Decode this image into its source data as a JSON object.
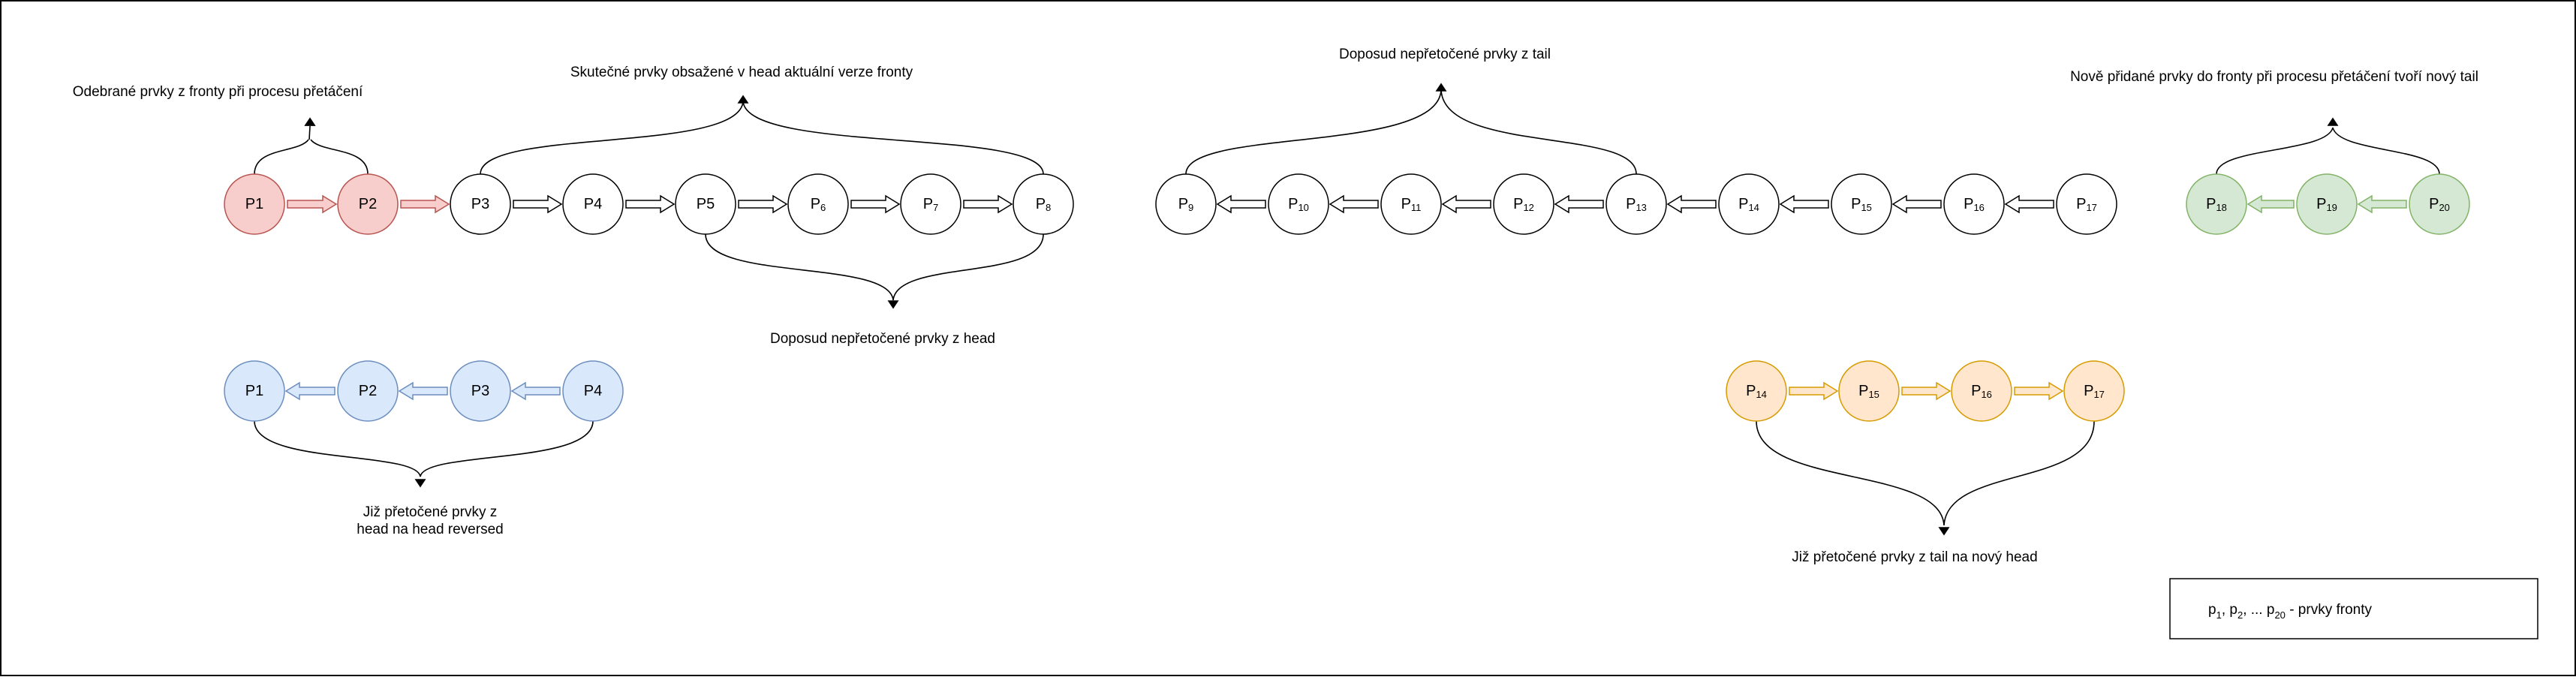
{
  "colors": {
    "removed": {
      "fill": "#f8cecc",
      "stroke": "#b85450"
    },
    "head_reversed": {
      "fill": "#dae8fc",
      "stroke": "#6c8ebf"
    },
    "tail_moved": {
      "fill": "#ffe6cc",
      "stroke": "#d79b00"
    },
    "new_tail": {
      "fill": "#d5e8d4",
      "stroke": "#82b366"
    },
    "plain": {
      "fill": "#ffffff",
      "stroke": "#000000"
    }
  },
  "captions": {
    "removed": "Odebrané prvky z fronty při procesu přetáčení",
    "head_actual": "Skutečné prvky obsažené v head aktuální verze fronty",
    "head_pending": "Doposud nepřetočené prvky z head",
    "tail_pending": "Doposud nepřetočené prvky z tail",
    "new_tail": "Nově přidané prvky do fronty při procesu přetáčení tvoří nový tail",
    "head_reversed_line1": "Již přetočené prvky z",
    "head_reversed_line2": "head na head reversed",
    "tail_to_head": "Již přetočené prvky z tail na nový head"
  },
  "legend": {
    "p1": "p",
    "p1_sub": "1",
    "sep1": ", ",
    "p2": "p",
    "p2_sub": "2",
    "sep2": ", ... ",
    "p20": "p",
    "p20_sub": "20",
    "text": " - prvky fronty"
  },
  "rows": {
    "head_row": [
      {
        "main": "P1",
        "sub": "",
        "style": "removed"
      },
      {
        "main": "P2",
        "sub": "",
        "style": "removed"
      },
      {
        "main": "P3",
        "sub": "",
        "style": "plain"
      },
      {
        "main": "P4",
        "sub": "",
        "style": "plain"
      },
      {
        "main": "P5",
        "sub": "",
        "style": "plain"
      },
      {
        "main": "P",
        "sub": "6",
        "style": "plain"
      },
      {
        "main": "P",
        "sub": "7",
        "style": "plain"
      },
      {
        "main": "P",
        "sub": "8",
        "style": "plain"
      }
    ],
    "tail_row": [
      {
        "main": "P",
        "sub": "9",
        "style": "plain"
      },
      {
        "main": "P",
        "sub": "10",
        "style": "plain"
      },
      {
        "main": "P",
        "sub": "11",
        "style": "plain"
      },
      {
        "main": "P",
        "sub": "12",
        "style": "plain"
      },
      {
        "main": "P",
        "sub": "13",
        "style": "plain"
      },
      {
        "main": "P",
        "sub": "14",
        "style": "plain"
      },
      {
        "main": "P",
        "sub": "15",
        "style": "plain"
      },
      {
        "main": "P",
        "sub": "16",
        "style": "plain"
      },
      {
        "main": "P",
        "sub": "17",
        "style": "plain"
      }
    ],
    "new_tail_row": [
      {
        "main": "P",
        "sub": "18",
        "style": "new_tail"
      },
      {
        "main": "P",
        "sub": "19",
        "style": "new_tail"
      },
      {
        "main": "P",
        "sub": "20",
        "style": "new_tail"
      }
    ],
    "head_reversed_row": [
      {
        "main": "P1",
        "sub": "",
        "style": "head_reversed"
      },
      {
        "main": "P2",
        "sub": "",
        "style": "head_reversed"
      },
      {
        "main": "P3",
        "sub": "",
        "style": "head_reversed"
      },
      {
        "main": "P4",
        "sub": "",
        "style": "head_reversed"
      }
    ],
    "new_head_row": [
      {
        "main": "P",
        "sub": "14",
        "style": "tail_moved"
      },
      {
        "main": "P",
        "sub": "15",
        "style": "tail_moved"
      },
      {
        "main": "P",
        "sub": "16",
        "style": "tail_moved"
      },
      {
        "main": "P",
        "sub": "17",
        "style": "tail_moved"
      }
    ]
  }
}
